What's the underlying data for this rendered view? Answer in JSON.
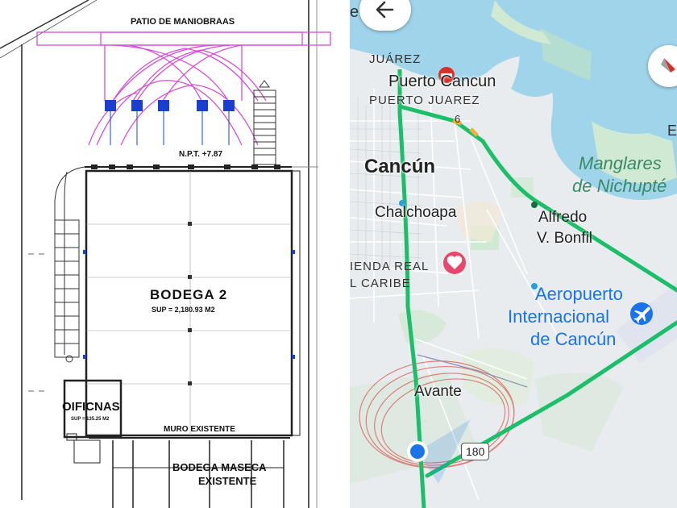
{
  "plan": {
    "patio_label": "PATIO DE MANIOBRAAS",
    "npt_label": "N.P.T. +7.87",
    "warehouse_title": "BODEGA 2",
    "warehouse_area": "SUP = 2,180.93 M2",
    "office_title": "OIFICNAS",
    "office_area": "SUP = 135.25 M2",
    "wall_label": "MURO EXISTENTE",
    "existing_title": "BODEGA MASECA",
    "existing_subtitle": "EXISTENTE",
    "line_color": "#222222",
    "truck_path_color": "#d64fd6",
    "truck_color": "#1a3fd0"
  },
  "map": {
    "labels": {
      "edge_letter": "e",
      "juarez": "JUÁREZ",
      "puerto_cancun": "Puerto Cancun",
      "puerto_juarez": "PUERTO JUAREZ",
      "road_number": "6",
      "cancun": "Cancún",
      "manglares_line1": "Manglares",
      "manglares_line2": "de Nichupté",
      "edge_b": "E",
      "chalchoapa": "Chalchoapa",
      "alfredo_line1": "Alfredo",
      "alfredo_line2": "V. Bonfil",
      "hacienda_line1": "IENDA REAL",
      "hacienda_line2": "L CARIBE",
      "airport_line1": "Aeropuerto",
      "airport_line2": "Internacional",
      "airport_line3": "de Cancún",
      "avante": "Avante",
      "highway_shield": "180"
    },
    "colors": {
      "water": "#9fd4ea",
      "land": "#e9ecee",
      "park": "#cfe9d3",
      "route": "#1bbf6a",
      "route_alert": "#f2b03a",
      "airport_zone": "#dfe4ee",
      "accent_blue": "#1a73e8",
      "mangrove_text": "#3a8a66",
      "airport_text": "#1a73e8",
      "favorite_pink": "#e8476b",
      "annotation_red": "#d9534f"
    },
    "icons": {
      "back": "arrow-left-icon",
      "compass": "compass-icon",
      "no_entry": "no-entry-icon",
      "favorite": "heart-pin-icon",
      "airport": "airplane-icon",
      "location": "location-dot-icon"
    }
  }
}
